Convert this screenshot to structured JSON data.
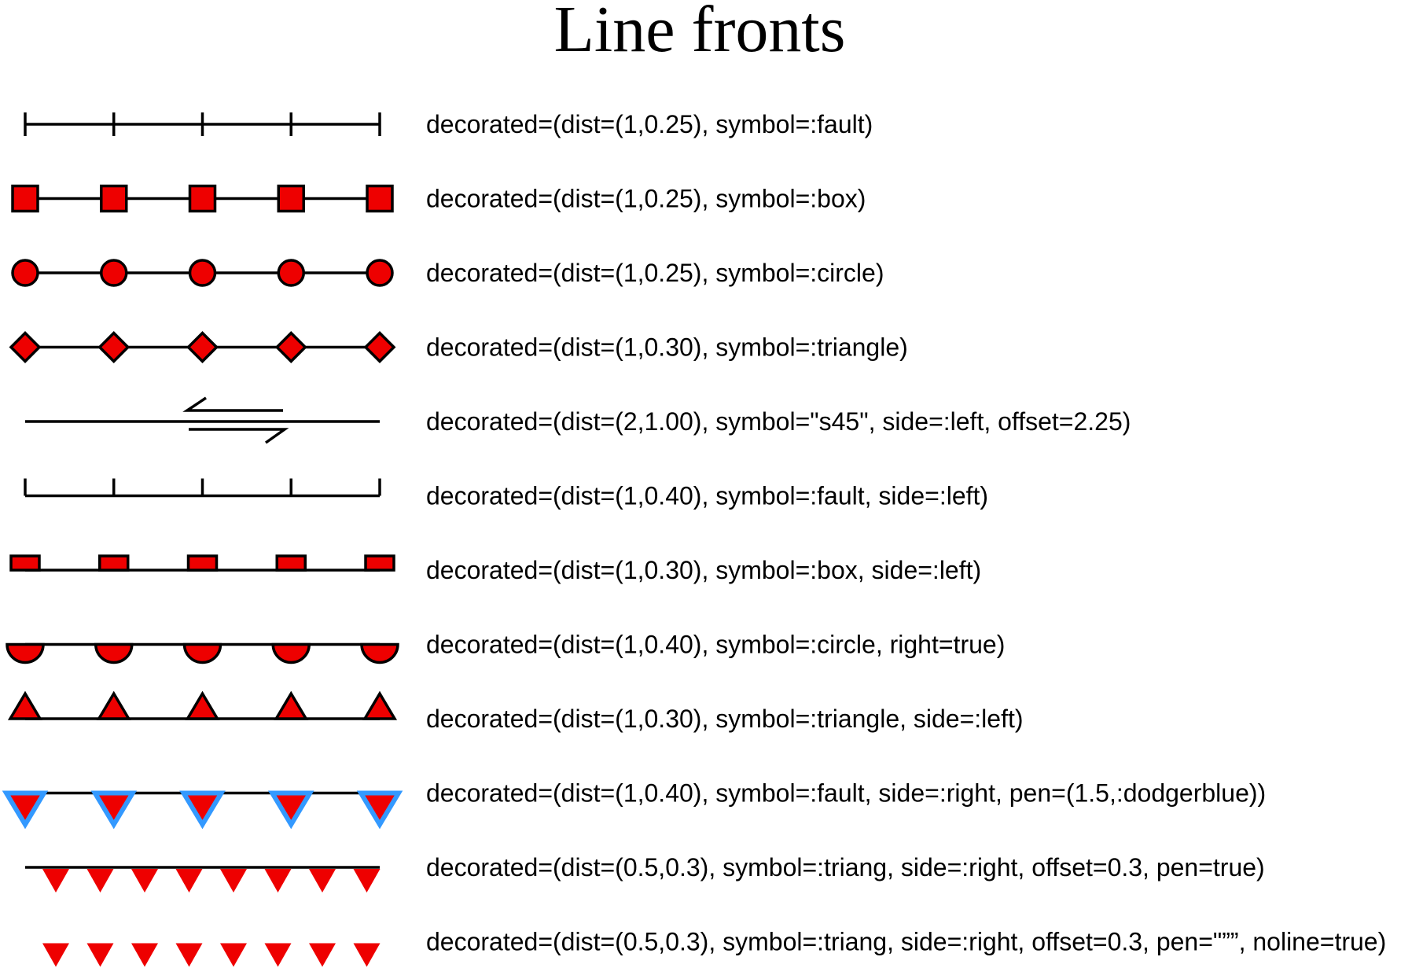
{
  "title": "Line fronts",
  "colors": {
    "line": "#000000",
    "fill": "#ee0000",
    "pen_accent": "#3399ff"
  },
  "rows": [
    {
      "symbol": "fault",
      "label": "decorated=(dist=(1,0.25), symbol=:fault)"
    },
    {
      "symbol": "box",
      "label": "decorated=(dist=(1,0.25), symbol=:box)"
    },
    {
      "symbol": "circle",
      "label": "decorated=(dist=(1,0.25), symbol=:circle)"
    },
    {
      "symbol": "diamond",
      "label": "decorated=(dist=(1,0.30), symbol=:triangle)"
    },
    {
      "symbol": "s45",
      "label": "decorated=(dist=(2,1.00), symbol=\"s45\", side=:left, offset=2.25)"
    },
    {
      "symbol": "fault-left",
      "label": "decorated=(dist=(1,0.40), symbol=:fault, side=:left)"
    },
    {
      "symbol": "box-left",
      "label": "decorated=(dist=(1,0.30), symbol=:box, side=:left)"
    },
    {
      "symbol": "circle-right",
      "label": "decorated=(dist=(1,0.40), symbol=:circle, right=true)"
    },
    {
      "symbol": "triangle-left",
      "label": "decorated=(dist=(1,0.30), symbol=:triangle, side=:left)"
    },
    {
      "symbol": "fault-right-pen",
      "label": "decorated=(dist=(1,0.40), symbol=:fault, side=:right, pen=(1.5,:dodgerblue))"
    },
    {
      "symbol": "triang-right",
      "label": "decorated=(dist=(0.5,0.3), symbol=:triang, side=:right, offset=0.3, pen=true)"
    },
    {
      "symbol": "triang-noline",
      "label": "decorated=(dist=(0.5,0.3), symbol=:triang, side=:right, offset=0.3, pen=\"””, noline=true)"
    }
  ]
}
